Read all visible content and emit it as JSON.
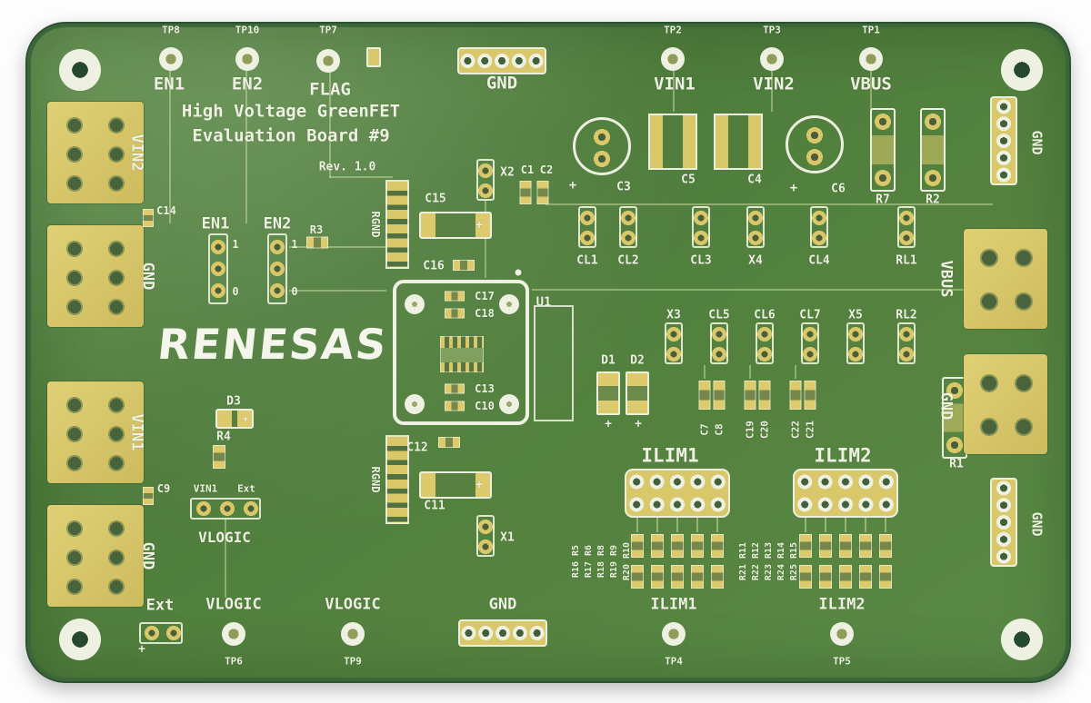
{
  "symbols": {
    "plus": "+",
    "one": "1",
    "zero": "0"
  },
  "title": {
    "line1": "High Voltage GreenFET",
    "line2": "Evaluation Board #9",
    "rev": "Rev. 1.0"
  },
  "logo": {
    "text": "RENESAS"
  },
  "header": {
    "tp8": "TP8",
    "en1": "EN1",
    "tp10": "TP10",
    "en2": "EN2",
    "tp7": "TP7",
    "flag": "FLAG",
    "gnd": "GND",
    "tp2": "TP2",
    "vin1": "VIN1",
    "tp3": "TP3",
    "vin2": "VIN2",
    "tp1": "TP1",
    "vbus": "VBUS"
  },
  "left_pads": {
    "vin2": "VIN2",
    "gnd_upper": "GND",
    "vin1": "VIN1",
    "gnd_lower": "GND",
    "c14": "C14",
    "c9": "C9"
  },
  "jumpers": {
    "en1": "EN1",
    "en2": "EN2",
    "r3": "R3",
    "d3": "D3",
    "r4": "R4",
    "vin1_sel": "VIN1",
    "ext_sel": "Ext",
    "vlogic": "VLOGIC"
  },
  "center": {
    "rgnd_upper": "RGND",
    "rgnd_lower": "RGND",
    "x2": "X2",
    "x1": "X1",
    "u1": "U1",
    "c1": "C1",
    "c2": "C2",
    "c15": "C15",
    "c16": "C16",
    "c17": "C17",
    "c18": "C18",
    "c13": "C13",
    "c10": "C10",
    "c12": "C12",
    "c11": "C11"
  },
  "power_caps": {
    "c3": "C3",
    "c5": "C5",
    "c4": "C4",
    "c6": "C6"
  },
  "clamp_row1": {
    "cl1": "CL1",
    "cl2": "CL2",
    "cl3": "CL3",
    "x4": "X4",
    "cl4": "CL4",
    "r7": "R7",
    "r2": "R2",
    "rl1": "RL1"
  },
  "clamp_row2": {
    "x3": "X3",
    "cl5": "CL5",
    "cl6": "CL6",
    "cl7": "CL7",
    "x5": "X5",
    "rl2": "RL2"
  },
  "diodes": {
    "d1": "D1",
    "d2": "D2"
  },
  "cap_bank": {
    "c7": "C7",
    "c8": "C8",
    "c19": "C19",
    "c20": "C20",
    "c22": "C22",
    "c21": "C21"
  },
  "ilim1": {
    "label": "ILIM1",
    "resistors": [
      "R16 R5",
      "R17 R6",
      "R18 R8",
      "R19 R9",
      "R20 R10"
    ]
  },
  "ilim2": {
    "label": "ILIM2",
    "resistors": [
      "R21 R11",
      "R22 R12",
      "R23 R13",
      "R24 R14",
      "R25 R15"
    ]
  },
  "right_edge": {
    "gnd_header_top": "GND",
    "vbus": "VBUS",
    "gnd_pad": "GND",
    "gnd_header_bottom": "GND",
    "r1": "R1"
  },
  "bottom": {
    "ext": "Ext",
    "vlogic_ext": "VLOGIC",
    "tp6": "TP6",
    "vlogic_tp9": "VLOGIC",
    "tp9": "TP9",
    "gnd": "GND",
    "ilim1": "ILIM1",
    "tp4": "TP4",
    "ilim2": "ILIM2",
    "tp5": "TP5"
  }
}
